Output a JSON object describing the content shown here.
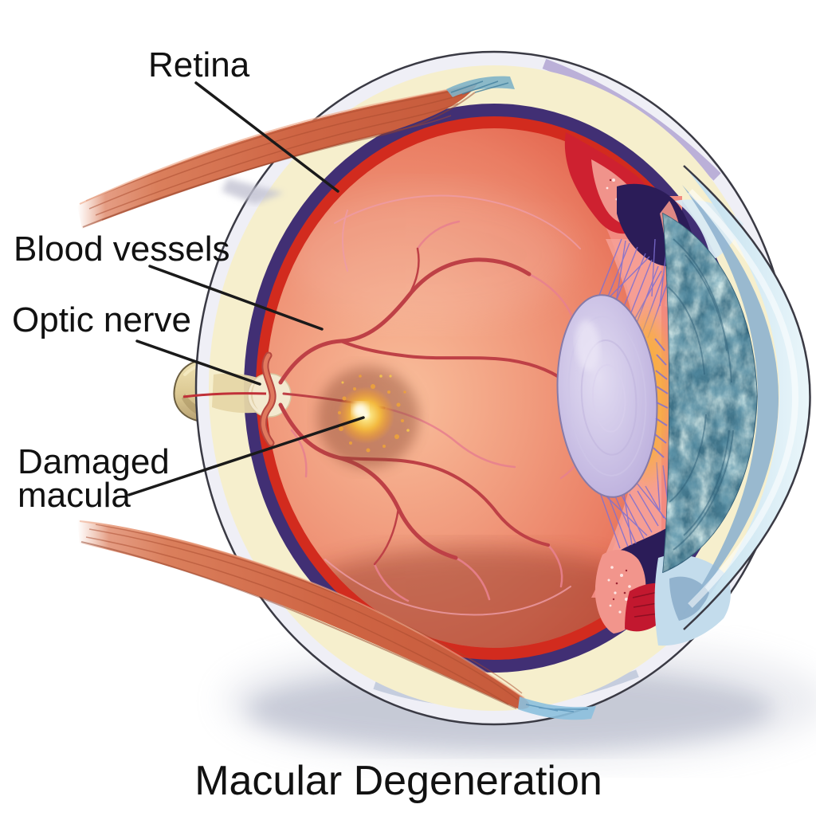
{
  "figure": {
    "kind": "medical illustration",
    "subject": "Cross-section of a human eye showing macular degeneration"
  },
  "title": {
    "text": "Macular Degeneration"
  },
  "labels": [
    {
      "id": "retina",
      "text": "Retina"
    },
    {
      "id": "blood-vessels",
      "text": "Blood vessels"
    },
    {
      "id": "optic-nerve",
      "text": "Optic nerve"
    },
    {
      "id": "damaged-macula",
      "line1": "Damaged",
      "line2": "macula"
    }
  ],
  "depicted_structures": [
    "Sclera",
    "Choroid",
    "Retina",
    "Fundus / vitreous interior",
    "Retinal blood vessels",
    "Optic disc",
    "Optic nerve",
    "Damaged macula with drusen deposits",
    "Lens",
    "Zonule fibers",
    "Ciliary body",
    "Iris",
    "Cornea",
    "Anterior chamber",
    "Superior rectus muscle",
    "Inferior rectus muscle"
  ],
  "colors": {
    "background": "#FFFFFF",
    "outline": "#3A3A44",
    "sclera_cream": "#F6EFCD",
    "choroid_purple": "#412F74",
    "retina_red": "#D22B1E",
    "fundus_light": "#F9BE9B",
    "fundus_dark": "#D8503E",
    "vessel_dark": "#BE4046",
    "vessel_light": "#E98E9A",
    "macula_yellow": "#F3B93F",
    "muscle_orange": "#CF6544",
    "optic_nerve_tan": "#E3D2A0",
    "lens_lavender": "#C9BEE4",
    "iris_teal": "#3F7287",
    "cornea_blue": "#D8ECF5",
    "ciliary_navy": "#2B1C58",
    "ciliary_pink": "#F2958C",
    "label_text": "#111111"
  }
}
